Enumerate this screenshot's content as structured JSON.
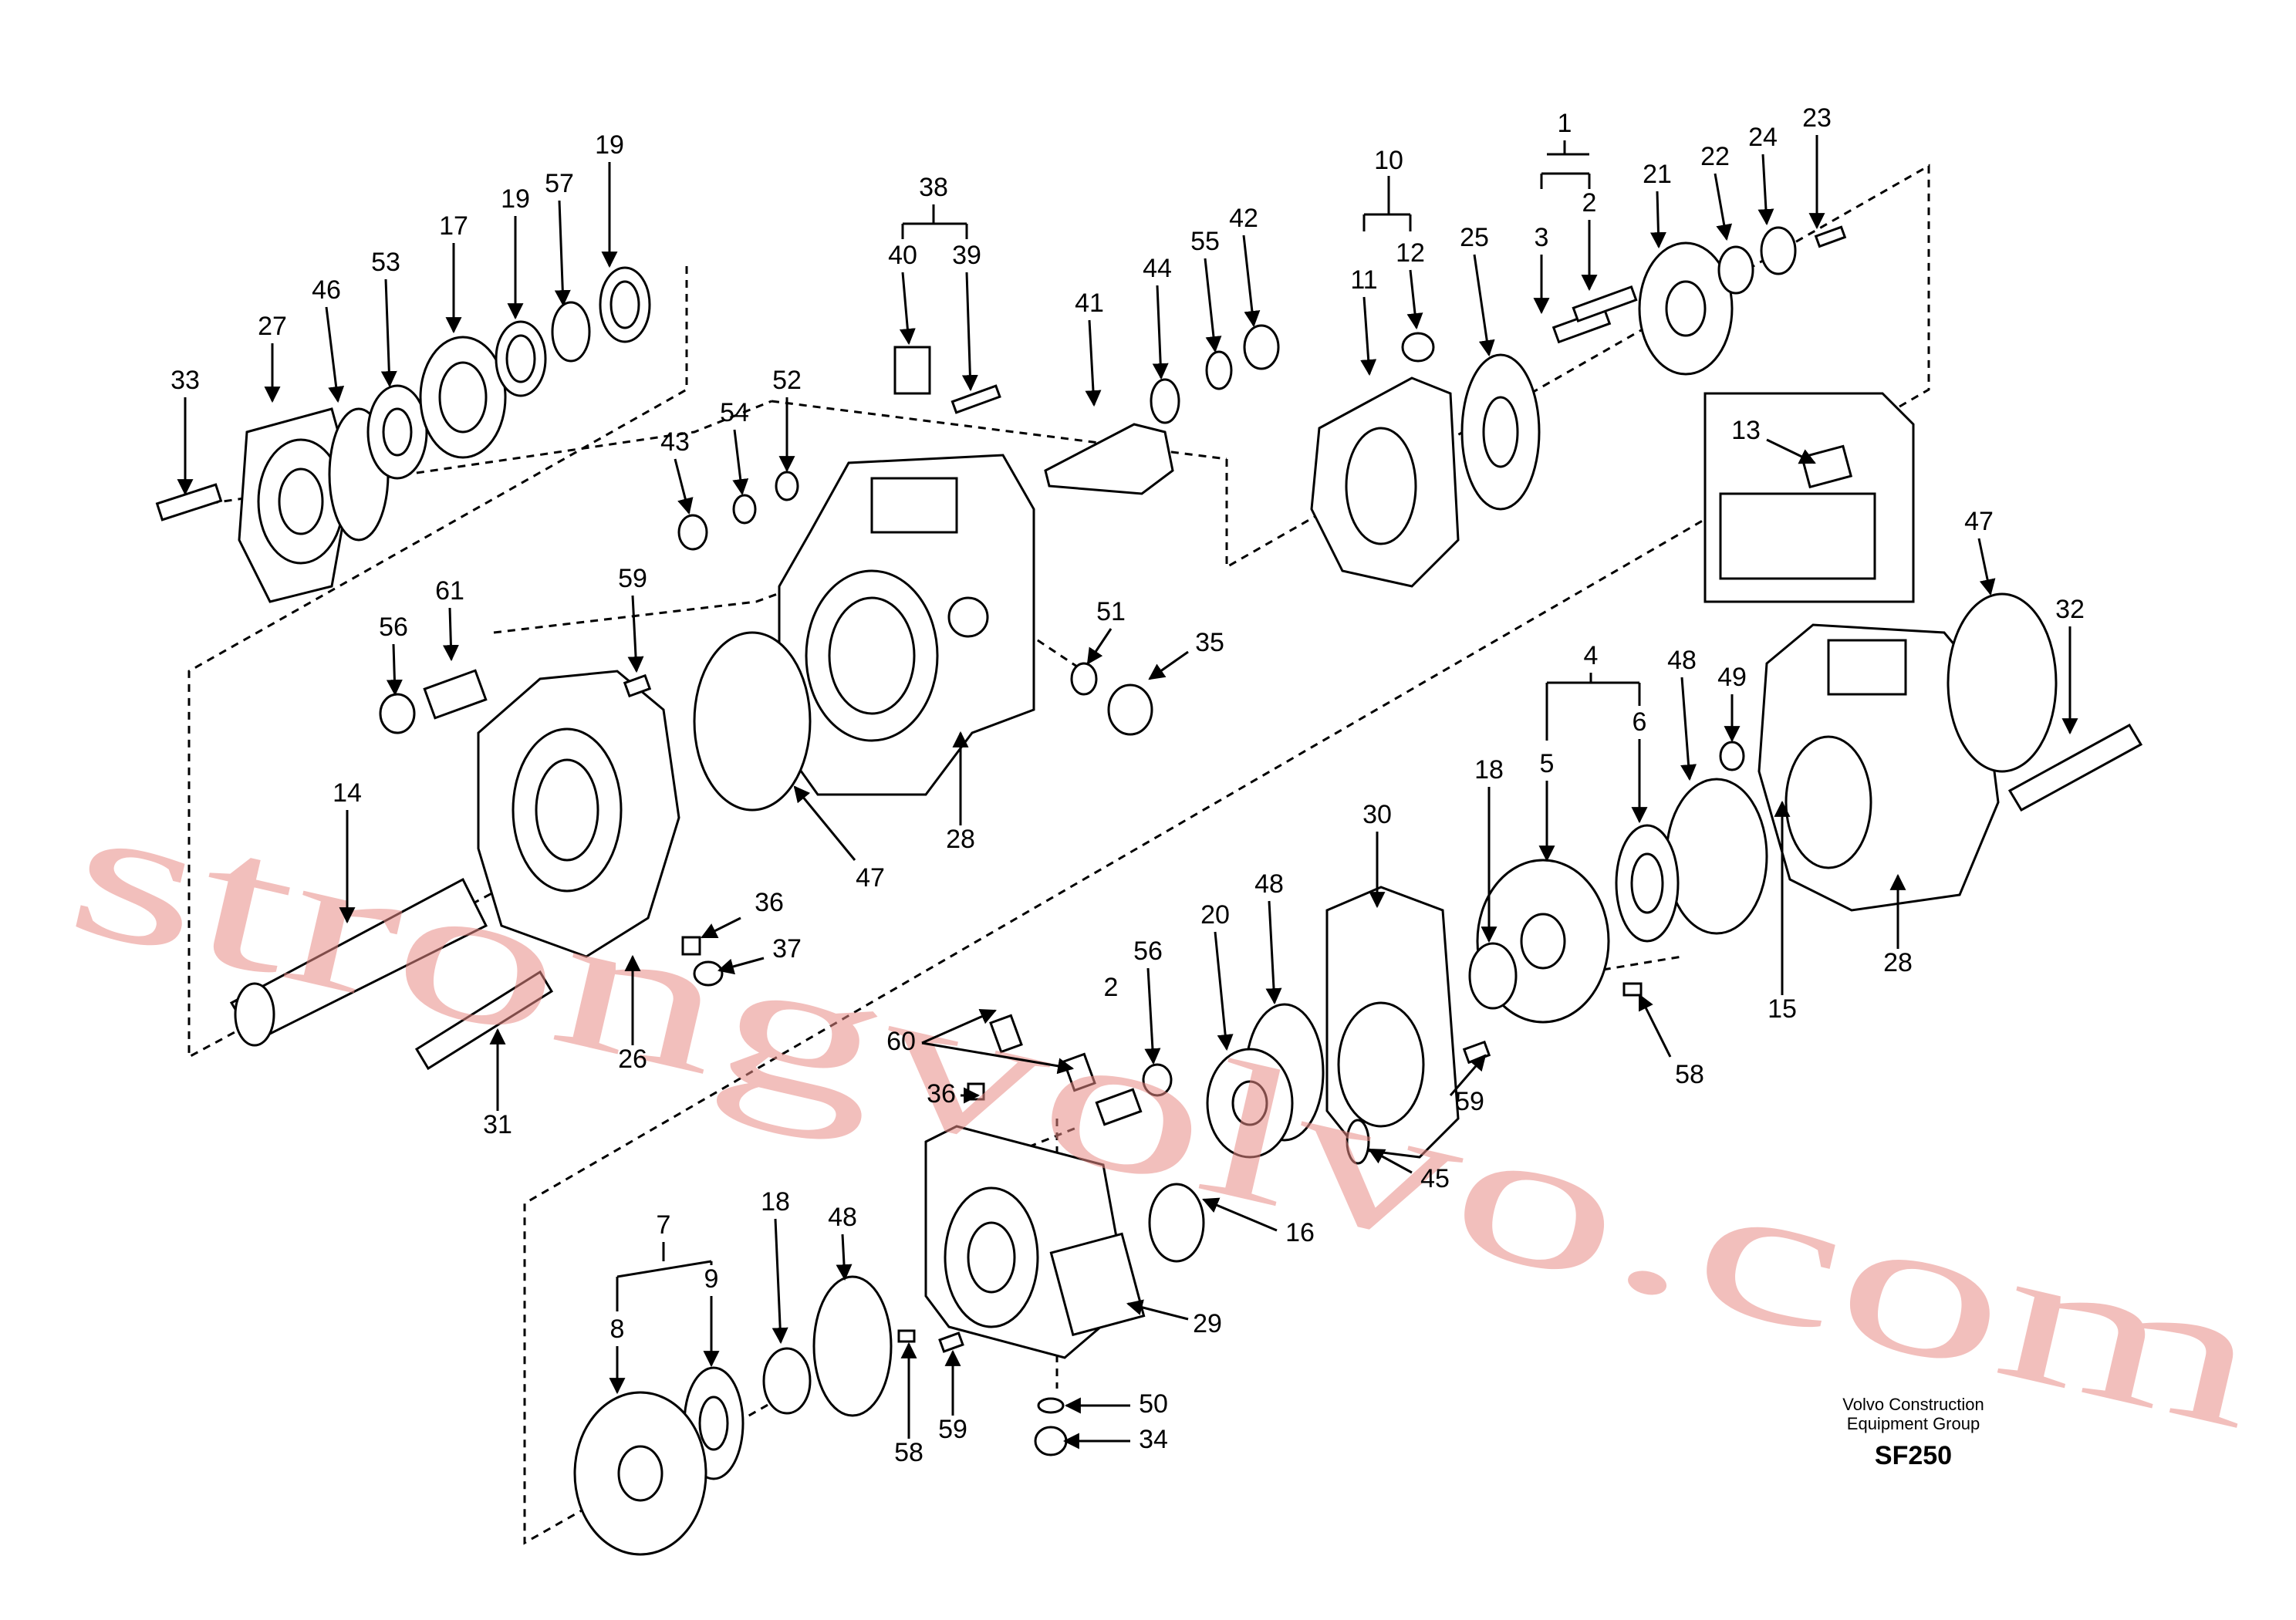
{
  "diagram": {
    "watermark": "strongvolvo.com",
    "footer": {
      "company_line1": "Volvo Construction",
      "company_line2": "Equipment Group",
      "code": "SF250"
    },
    "callouts": [
      "1",
      "2",
      "3",
      "4",
      "5",
      "6",
      "7",
      "8",
      "9",
      "10",
      "11",
      "12",
      "13",
      "14",
      "15",
      "16",
      "17",
      "18",
      "19",
      "20",
      "21",
      "22",
      "23",
      "24",
      "25",
      "26",
      "27",
      "28",
      "29",
      "30",
      "31",
      "32",
      "33",
      "34",
      "35",
      "36",
      "37",
      "38",
      "39",
      "40",
      "41",
      "42",
      "43",
      "44",
      "45",
      "46",
      "47",
      "48",
      "49",
      "50",
      "51",
      "52",
      "53",
      "54",
      "55",
      "56",
      "57",
      "58",
      "59",
      "60",
      "61"
    ]
  }
}
